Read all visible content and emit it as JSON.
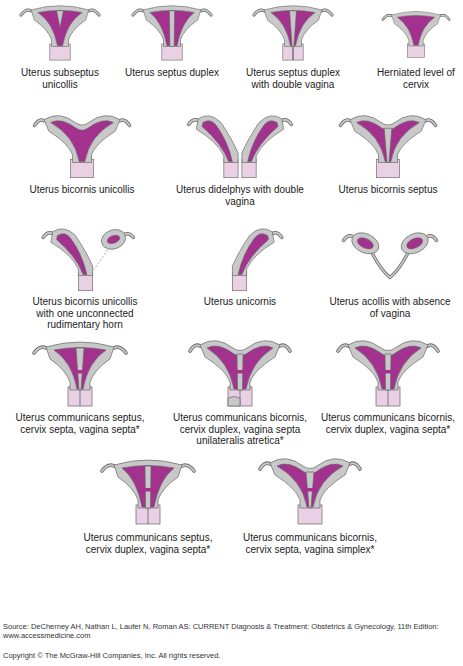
{
  "diagram": {
    "labels": [
      "Uterus subseptus unicollis",
      "Uterus septus duplex",
      "Uterus septus duplex with double vagina",
      "Herniated level of cervix",
      "Uterus bicornis unicollis",
      "Uterus didelphys with double vagina",
      "Uterus bicornis septus",
      "Uterus bicornis unicollis with one unconnected rudimentary horn",
      "Uterus unicornis",
      "Uterus acollis with absence of vagina",
      "Uterus communicans septus, cervix septa, vagina septa*",
      "Uterus communicans bicornis, cervix duplex, vagina septa unilateralis atretica*",
      "Uterus communicans bicornis, cervix duplex, vagina septa*",
      "Uterus communicans septus, cervix duplex, vagina septa*",
      "Uterus communicans bicornis, cervix septa, vagina simplex*",
      "Source: DeCherney AH, Nathan L, Laufer N, Roman AS: CURRENT Diagnosis & Treatment: Obstetrics & Gynecology, 11th Edition: www.accessmedicine.com",
      "Copyright © The McGraw-Hill Companies, Inc. All rights reserved."
    ]
  }
}
